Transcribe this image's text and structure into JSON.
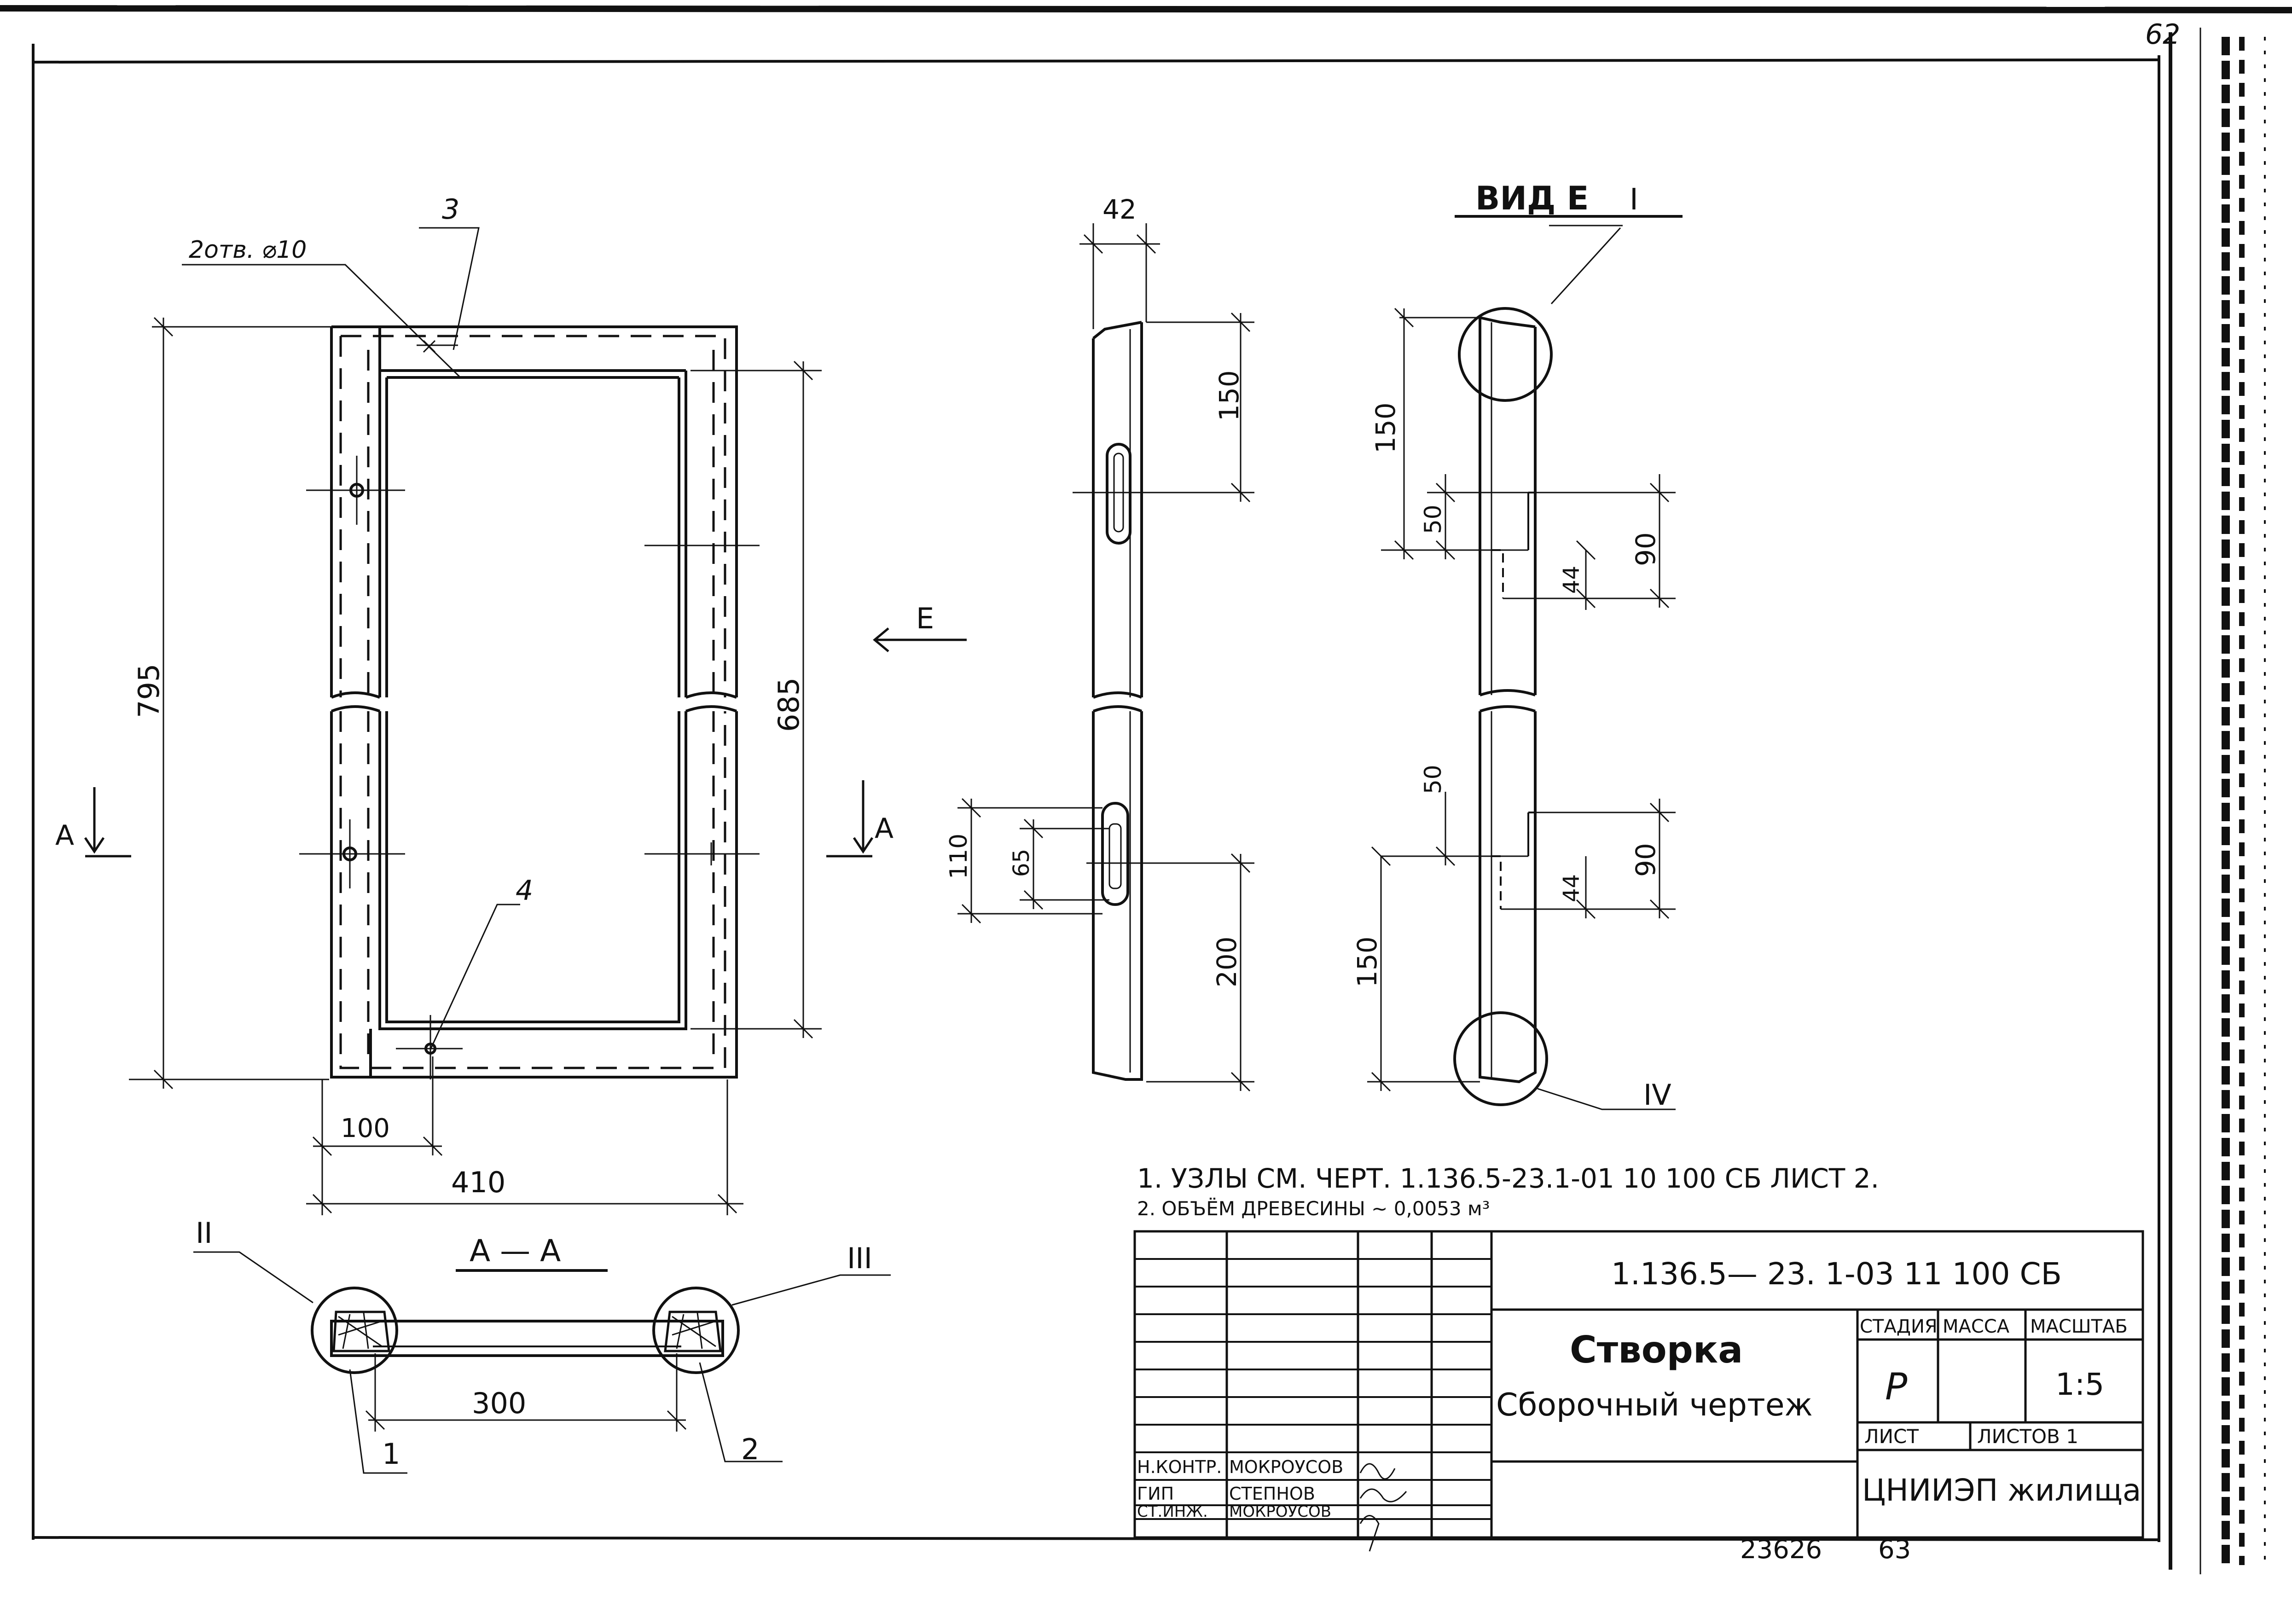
{
  "sheet": {
    "page_number_top": "62",
    "archive_number": "23626",
    "page_number_bottom": "63"
  },
  "front_view": {
    "hole_label": "2отв. ⌀10",
    "callout_3": "3",
    "callout_4": "4",
    "dim_height_total": "795",
    "dim_height_inner": "685",
    "dim_width_total": "410",
    "dim_offset_100": "100",
    "section_mark_left": "A",
    "section_mark_right": "A"
  },
  "side_view": {
    "dim_42": "42",
    "dim_150": "150",
    "dim_110": "110",
    "dim_65": "65",
    "dim_200": "200",
    "view_arrow_label": "Е"
  },
  "view_e": {
    "title": "ВИД Е",
    "callout_I": "I",
    "callout_IV": "IV",
    "dim_150_top": "150",
    "dim_50_top": "50",
    "dim_44_top": "44",
    "dim_90_top": "90",
    "dim_50_bottom": "50",
    "dim_44_bottom": "44",
    "dim_90_bottom": "90",
    "dim_150_bottom": "150"
  },
  "section_aa": {
    "title": "А — А",
    "callout_II": "II",
    "callout_III": "III",
    "callout_1": "1",
    "callout_2": "2",
    "dim_300": "300"
  },
  "notes": {
    "note1": "1. УЗЛЫ СМ. ЧЕРТ. 1.136.5-23.1-01 10 100 СБ ЛИСТ 2.",
    "note2": "2. ОБЪЁМ ДРЕВЕСИНЫ ~ 0,0053 м³"
  },
  "title_block": {
    "designation": "1.136.5— 23. 1-03 11 100 СБ",
    "name_line1": "Створка",
    "name_line2": "Сборочный чертеж",
    "stage_header": "СТАДИЯ",
    "mass_header": "МАССА",
    "scale_header": "МАСШТАБ",
    "stage_value": "Р",
    "scale_value": "1:5",
    "sheet_label": "ЛИСТ",
    "sheets_label": "ЛИСТОВ 1",
    "organization": "ЦНИИЭП жилища",
    "roles": [
      {
        "role": "Н.КОНТР.",
        "name": "МОКРОУСОВ"
      },
      {
        "role": "ГИП",
        "name": "СТЕПНОВ"
      },
      {
        "role": "СТ.ИНЖ.",
        "name": "МОКРОУСОВ"
      }
    ]
  }
}
